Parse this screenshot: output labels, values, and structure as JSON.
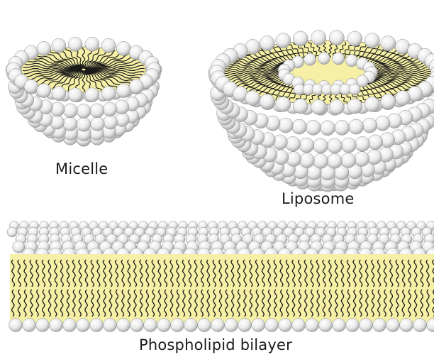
{
  "labels": {
    "micelle": "Micelle",
    "liposome": "Liposome",
    "bilayer": "Phospholipid bilayer"
  },
  "colors": {
    "hydrophobic_core": "#f6f0a6",
    "lipid_tail": "#1a1a1a",
    "head_group_highlight": "#ffffff",
    "head_group_shadow": "#b8b8b8",
    "head_group_outline": "#8a8a8a"
  },
  "icons": {
    "head_group": "sphere",
    "tail": "wavy-line"
  }
}
